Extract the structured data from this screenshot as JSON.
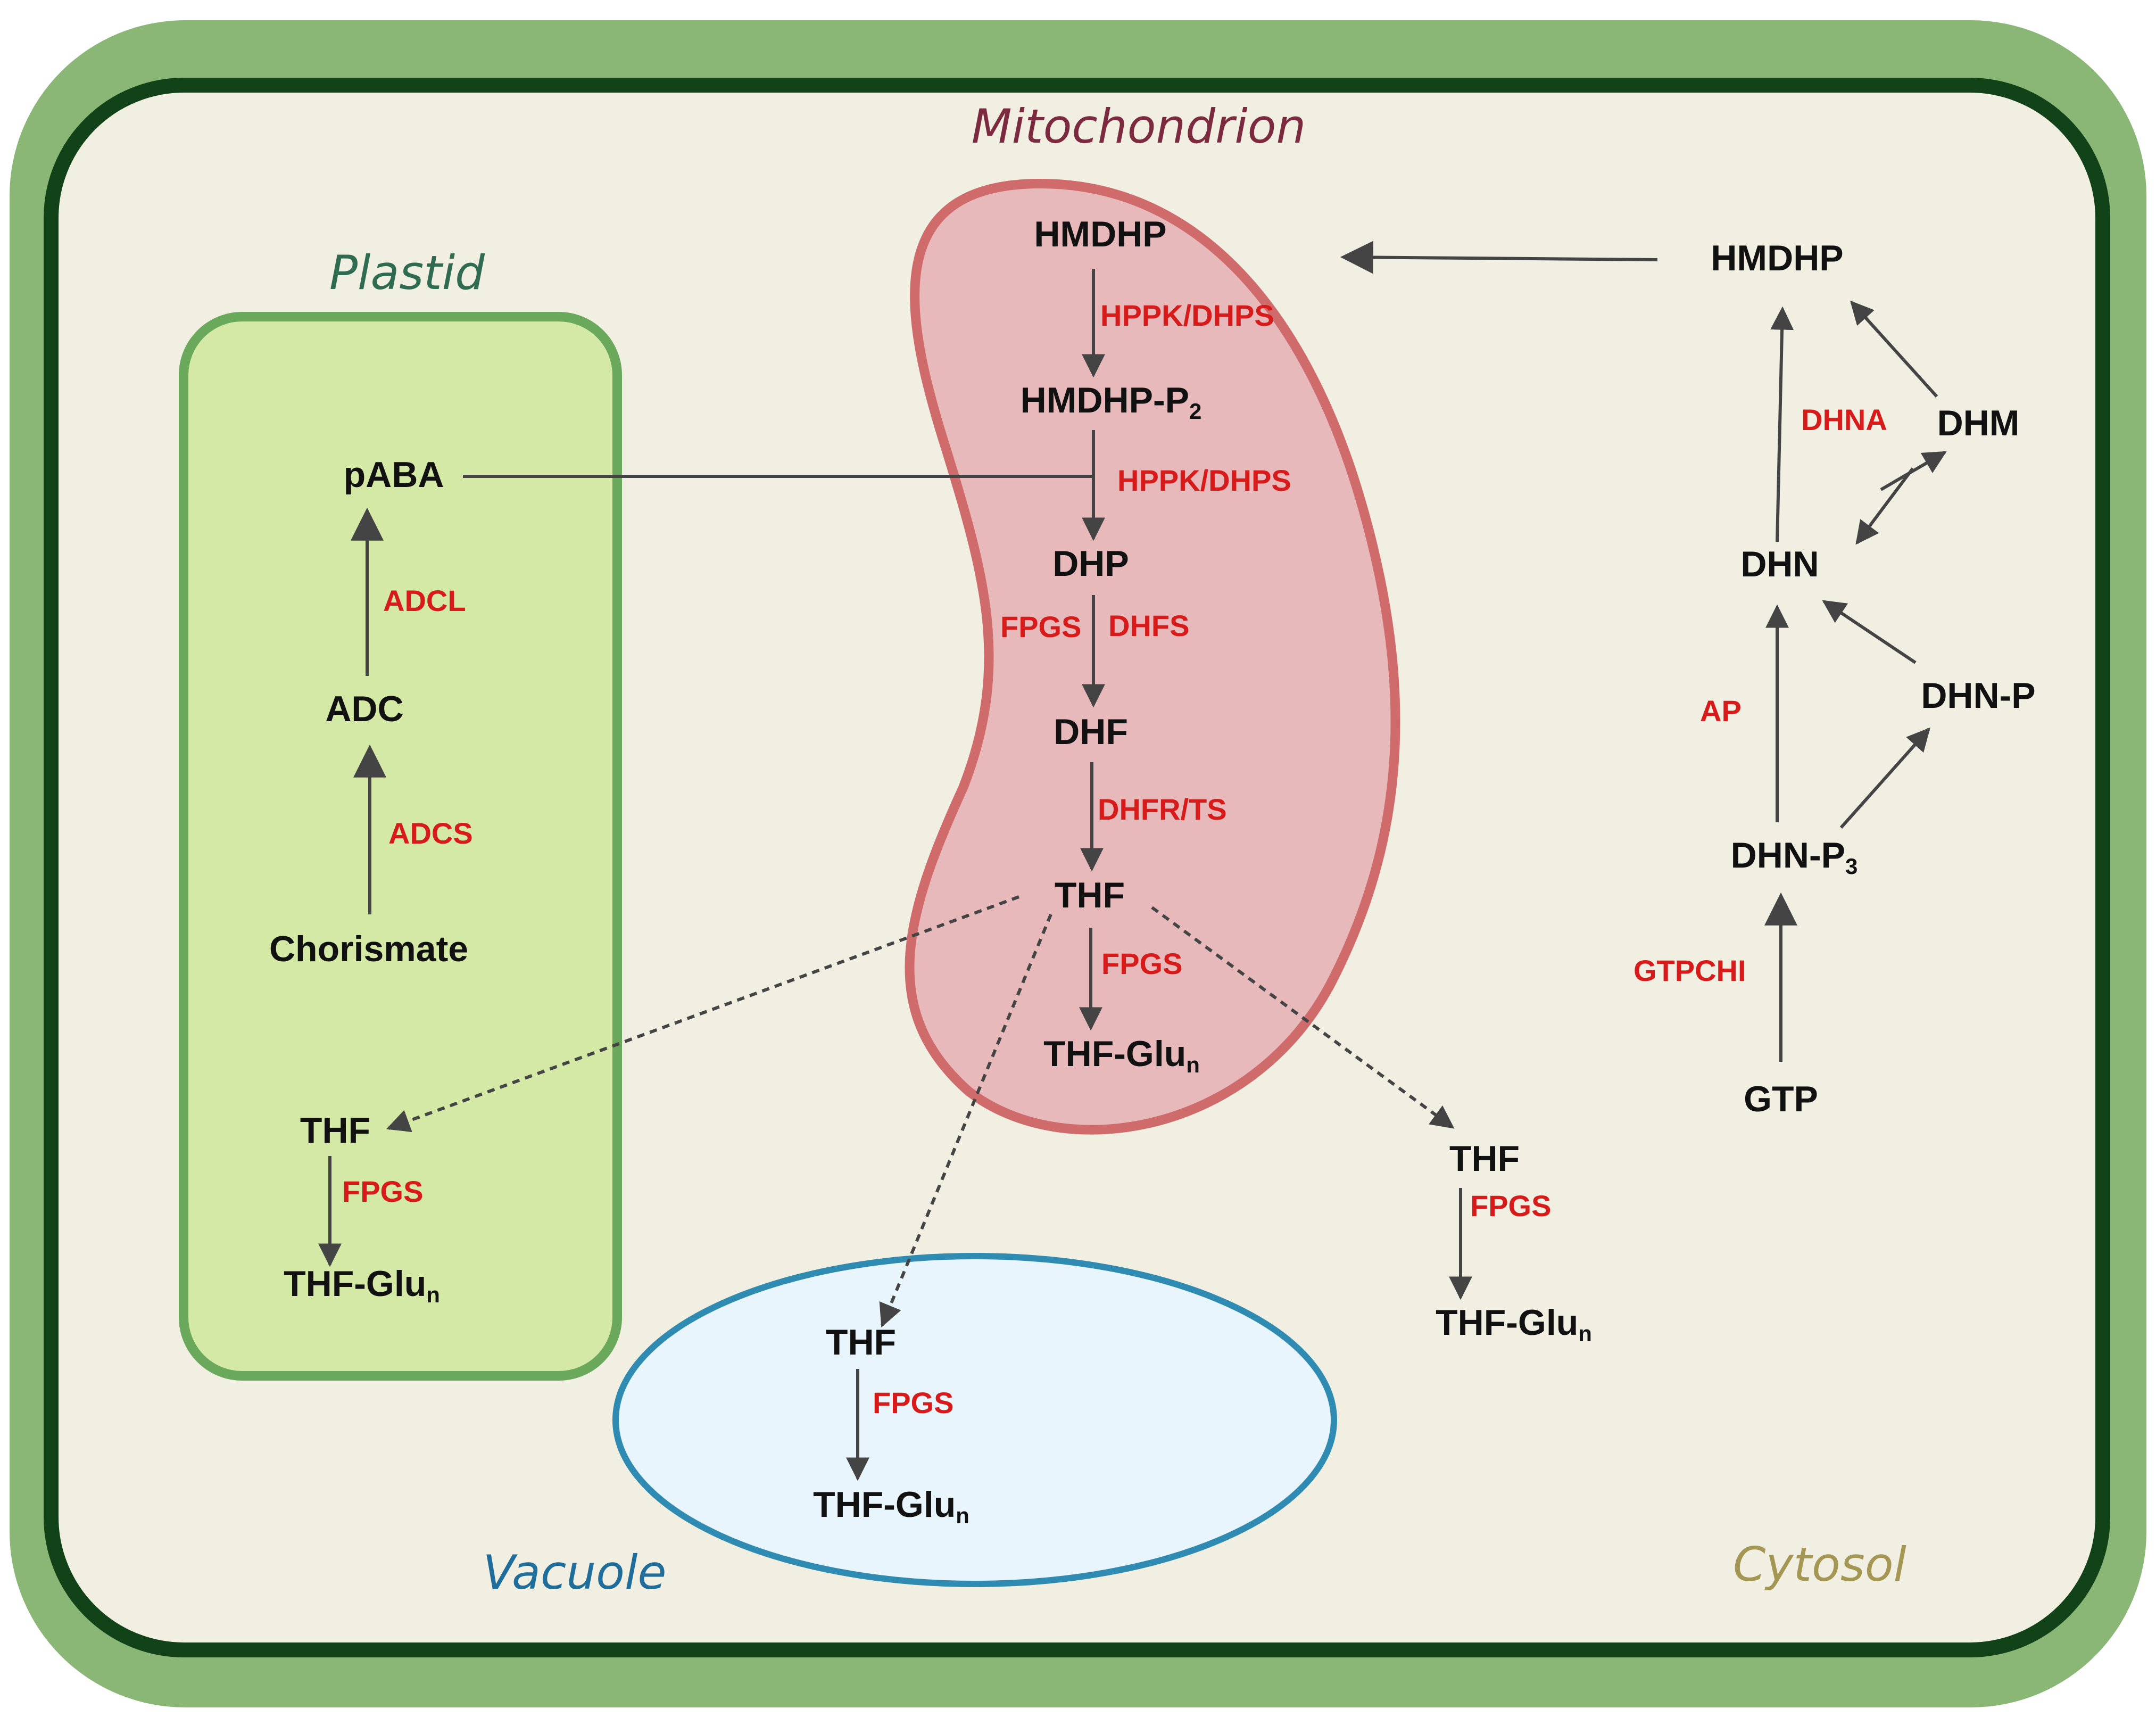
{
  "colors": {
    "cell_wall": "#8ab676",
    "cell_membrane": "#124218",
    "cytoplasm": "#f1efe1",
    "plastid_fill": "#d5e9a6",
    "plastid_stroke": "#6aa85c",
    "mito_fill": "#e8b9ba",
    "mito_stroke": "#d06b6c",
    "vacuole_fill": "#e9f5fc",
    "vacuole_stroke": "#2f8bb1",
    "enzyme": "#d71a1a",
    "arrow": "#444444"
  },
  "compartments": {
    "plastid": {
      "label": "Plastid",
      "color": "#2e6b50"
    },
    "mitochondrion": {
      "label": "Mitochondrion",
      "color": "#7c2a3f"
    },
    "vacuole": {
      "label": "Vacuole",
      "color": "#1f6d9a"
    },
    "cytosol": {
      "label": "Cytosol",
      "color": "#a49653"
    }
  },
  "plastid": {
    "pABA": "pABA",
    "ADC": "ADC",
    "chorismate": "Chorismate",
    "enz_adcl": "ADCL",
    "enz_adcs": "ADCS",
    "thf": "THF",
    "thf_glu": "THF-Glu",
    "thf_glu_sub": "n",
    "enz_fpgs": "FPGS"
  },
  "mitochondrion": {
    "hmdhp": "HMDHP",
    "hmdhp_p2": "HMDHP-P",
    "hmdhp_p2_sub": "2",
    "dhp": "DHP",
    "dhf": "DHF",
    "thf": "THF",
    "thf_glu": "THF-Glu",
    "thf_glu_sub": "n",
    "enz_hppk_1": "HPPK/DHPS",
    "enz_hppk_2": "HPPK/DHPS",
    "enz_fpgs_left": "FPGS",
    "enz_dhfs": "DHFS",
    "enz_dhfr": "DHFR/TS",
    "enz_fpgs": "FPGS"
  },
  "vacuole": {
    "thf": "THF",
    "thf_glu": "THF-Glu",
    "thf_glu_sub": "n",
    "enz_fpgs": "FPGS"
  },
  "cytosol": {
    "thf": "THF",
    "thf_glu": "THF-Glu",
    "thf_glu_sub": "n",
    "enz_fpgs": "FPGS",
    "hmdhp": "HMDHP",
    "dhm": "DHM",
    "dhn": "DHN",
    "dhn_p": "DHN-P",
    "dhn_p3": "DHN-P",
    "dhn_p3_sub": "3",
    "gtp": "GTP",
    "enz_dhna": "DHNA",
    "enz_ap": "AP",
    "enz_gtpchi": "GTPCHI"
  }
}
